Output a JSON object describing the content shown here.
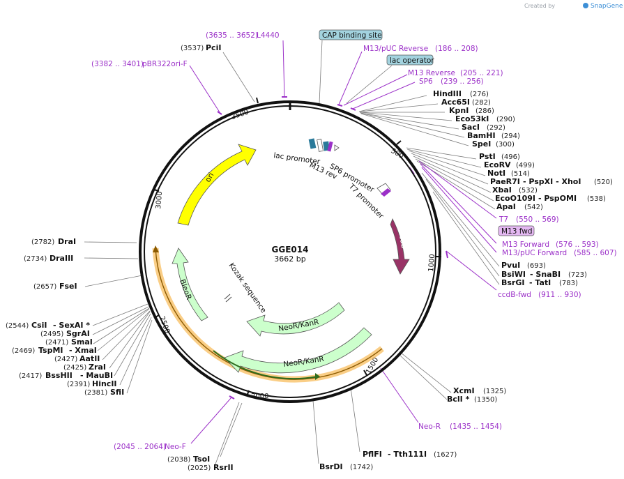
{
  "header": {
    "credit": "Created by",
    "brand": "SnapGene"
  },
  "plasmid": {
    "name": "GGE014",
    "length_label": "3662 bp"
  },
  "ticks": [
    "500",
    "1000",
    "1500",
    "2000",
    "2500",
    "3000",
    "3500"
  ],
  "sites_right_top": [
    {
      "name": "HindIII",
      "pos": "(276)"
    },
    {
      "name": "Acc65I",
      "pos": "(282)"
    },
    {
      "name": "KpnI",
      "pos": "(286)"
    },
    {
      "name": "Eco53kI",
      "pos": "(290)"
    },
    {
      "name": "SacI",
      "pos": "(292)"
    },
    {
      "name": "BamHI",
      "pos": "(294)"
    },
    {
      "name": "SpeI",
      "pos": "(300)"
    }
  ],
  "sites_right_mid": [
    {
      "name": "PstI",
      "pos": "(496)"
    },
    {
      "name": "EcoRV",
      "pos": "(499)"
    },
    {
      "name": "NotI",
      "pos": "(514)"
    },
    {
      "name": "PaeR7I",
      "extra": "- PspXI   - XhoI",
      "pos": "(520)"
    },
    {
      "name": "XbaI",
      "pos": "(532)"
    },
    {
      "name": "EcoO109I",
      "extra": "- PspOMI",
      "pos": "(538)"
    },
    {
      "name": "ApaI",
      "pos": "(542)"
    }
  ],
  "sites_right_low": [
    {
      "name": "PvuI",
      "pos": "(693)"
    },
    {
      "name": "BsiWI",
      "extra": "- SnaBI",
      "pos": "(723)"
    },
    {
      "name": "BsrGI",
      "extra": "- TatI",
      "pos": "(783)"
    }
  ],
  "sites_bottom_right": [
    {
      "name": "XcmI",
      "pos": "(1325)"
    },
    {
      "name": "BclI *",
      "pos": "(1350)"
    },
    {
      "name": "PflFI",
      "extra": "- Tth111I",
      "pos": "(1627)"
    },
    {
      "name": "BsrDI",
      "pos": "(1742)"
    }
  ],
  "sites_bottom_left": [
    {
      "name": "TsoI",
      "pos": "(2038)"
    },
    {
      "name": "RsrII",
      "pos": "(2025)"
    }
  ],
  "sites_left": [
    {
      "name": "DraI",
      "pos": "(2782)"
    },
    {
      "name": "DraIII",
      "pos": "(2734)"
    },
    {
      "name": "FseI",
      "pos": "(2657)"
    },
    {
      "name": "CsiI",
      "extra": "- SexAI *",
      "pos": "(2544)"
    },
    {
      "name": "SgrAI",
      "pos": "(2495)"
    },
    {
      "name": "SmaI",
      "pos": "(2471)"
    },
    {
      "name": "TspMI",
      "extra": "- XmaI",
      "pos": "(2469)"
    },
    {
      "name": "AatII",
      "pos": "(2427)"
    },
    {
      "name": "ZraI",
      "pos": "(2425)"
    },
    {
      "name": "BssHII",
      "extra": "- MauBI",
      "pos": "(2417)"
    },
    {
      "name": "HincII",
      "pos": "(2391)"
    },
    {
      "name": "SfiI",
      "pos": "(2381)"
    }
  ],
  "site_top": [
    {
      "name": "PciI",
      "pos": "(3537)"
    }
  ],
  "primers": [
    {
      "name": "L4440",
      "range": "(3635 .. 3652)"
    },
    {
      "name": "pBR322ori-F",
      "range": "(3382 .. 3401)"
    },
    {
      "name": "M13/pUC Reverse",
      "range": "(186 .. 208)"
    },
    {
      "name": "M13 Reverse",
      "range": "(205 .. 221)"
    },
    {
      "name": "SP6",
      "range": "(239 .. 256)"
    },
    {
      "name": "T7",
      "range": "(550 .. 569)"
    },
    {
      "name": "M13 Forward",
      "range": "(576 .. 593)"
    },
    {
      "name": "M13/pUC Forward",
      "range": "(585 .. 607)"
    },
    {
      "name": "ccdB-fwd",
      "range": "(911 .. 930)"
    },
    {
      "name": "Neo-R",
      "range": "(1435 .. 1454)"
    },
    {
      "name": "Neo-F",
      "range": "(2045 .. 2064)"
    }
  ],
  "boxed_labels": {
    "cap": "CAP binding site",
    "lac_operator": "lac operator",
    "m13_fwd": "M13 fwd"
  },
  "features": {
    "ori": "ori",
    "ccdb": "ccdB",
    "bleor": "BleoR",
    "neo1": "NeoR/KanR",
    "neo2": "NeoR/KanR",
    "kozak": "Kozak sequence",
    "lac_promoter": "lac promoter",
    "m13_rev": "M13 rev",
    "sp6_promoter": "SP6 promoter",
    "t7_promoter": "T7 promoter"
  },
  "colors": {
    "ori": "#ffff00",
    "ccdb": "#993366",
    "resistance": "#ccffcc",
    "primer": "#9b30c8",
    "promoter": "#ffffff",
    "cap_box": "#a3d3df",
    "highlight": "#f5a623",
    "m13_box": "#e4b8f2"
  }
}
